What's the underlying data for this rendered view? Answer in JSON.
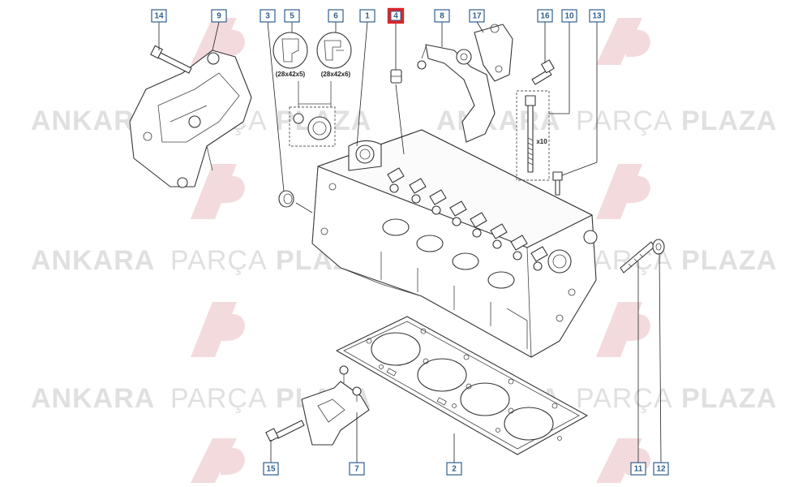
{
  "watermark": {
    "brand_bold_1": "ANKARA",
    "brand_light": "PARÇA",
    "brand_bold_2": "PLAZA",
    "logo_icon": "ap-logo-icon"
  },
  "callouts": [
    {
      "id": "14",
      "selected": false
    },
    {
      "id": "9",
      "selected": false
    },
    {
      "id": "3",
      "selected": false
    },
    {
      "id": "5",
      "selected": false
    },
    {
      "id": "6",
      "selected": false
    },
    {
      "id": "1",
      "selected": false
    },
    {
      "id": "4",
      "selected": true
    },
    {
      "id": "8",
      "selected": false
    },
    {
      "id": "17",
      "selected": false
    },
    {
      "id": "16",
      "selected": false
    },
    {
      "id": "10",
      "selected": false
    },
    {
      "id": "13",
      "selected": false
    },
    {
      "id": "11",
      "selected": false
    },
    {
      "id": "12",
      "selected": false
    },
    {
      "id": "2",
      "selected": false
    },
    {
      "id": "7",
      "selected": false
    },
    {
      "id": "15",
      "selected": false
    }
  ],
  "seals": {
    "seal_5_size": "(28x42x5)",
    "seal_6_size": "(28x42x6)"
  },
  "bolt_quantity": "x10",
  "colors": {
    "selected": "#d9262c",
    "callout": "#2f5f8f"
  }
}
